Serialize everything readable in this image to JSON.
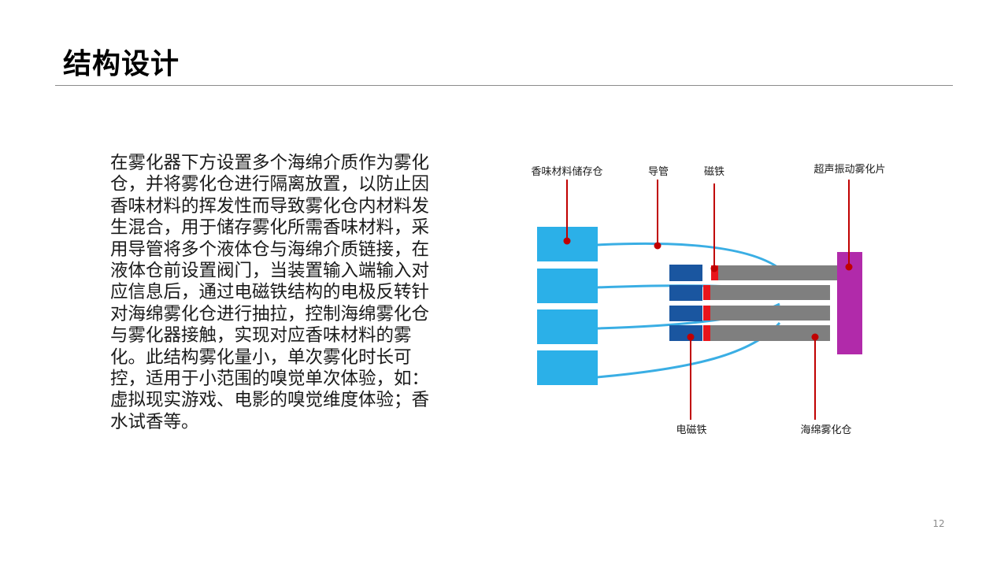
{
  "slide": {
    "title": "结构设计",
    "body": "在雾化器下方设置多个海绵介质作为雾化仓，并将雾化仓进行隔离放置，以防止因香味材料的挥发性而导致雾化仓内材料发生混合，用于储存雾化所需香味材料，采用导管将多个液体仓与海绵介质链接，在液体仓前设置阀门，当装置输入端输入对应信息后，通过电磁铁结构的电极反转针对海绵雾化仓进行抽拉，控制海绵雾化仓与雾化器接触，实现对应香味材料的雾化。此结构雾化量小，单次雾化时长可控，适用于小范围的嗅觉单次体验，如：虚拟现实游戏、电影的嗅觉维度体验；香水试香等。",
    "page_number": "12"
  },
  "diagram": {
    "labels": {
      "storage": "香味材料储存仓",
      "tube": "导管",
      "magnet": "磁铁",
      "ultrasonic": "超声振动雾化片",
      "electromagnet": "电磁铁",
      "sponge": "海绵雾化仓"
    },
    "colors": {
      "liquid_tank": "#2bb0e8",
      "tube": "#3aaee4",
      "electromagnet": "#1a56a0",
      "magnet": "#e8151b",
      "sponge_chamber": "#7f7f7f",
      "ultrasonic_plate": "#b12aaa",
      "callout": "#c00000"
    }
  }
}
